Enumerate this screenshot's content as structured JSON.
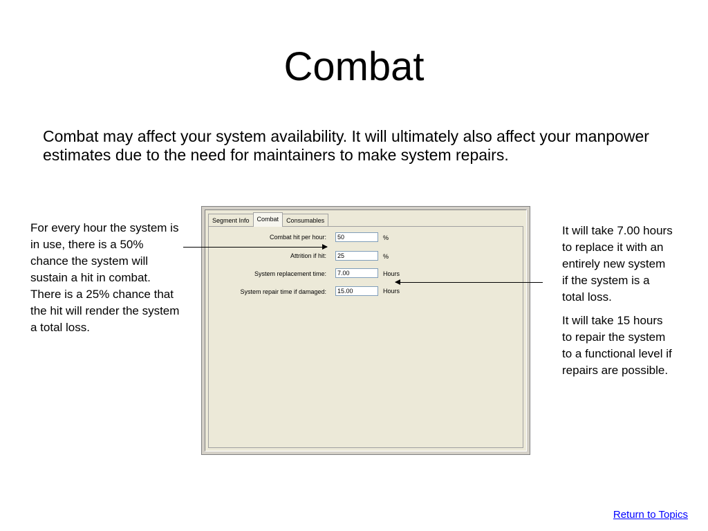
{
  "title": "Combat",
  "intro": "Combat may affect your system availability.  It will ultimately also affect your manpower estimates due to the need for maintainers to make system repairs.",
  "left_note": "For every hour the system is in use, there is a 50% chance the system will sustain a hit in combat.  There is a 25% chance that the hit will render the system a total loss.",
  "right_notes": [
    "It will take 7.00 hours to replace it with an entirely new system if the system is a total loss.",
    "It will take 15 hours to repair the system to a functional level if repairs are possible."
  ],
  "dialog": {
    "tabs": [
      "Segment Info",
      "Combat",
      "Consumables"
    ],
    "active_tab": "Combat",
    "fields": [
      {
        "label": "Combat hit per hour:",
        "value": "50",
        "unit": "%"
      },
      {
        "label": "Attrition if hit:",
        "value": "25",
        "unit": "%"
      },
      {
        "label": "System replacement time:",
        "value": "7.00",
        "unit": "Hours"
      },
      {
        "label": "System repair time if damaged:",
        "value": "15.00",
        "unit": "Hours"
      }
    ]
  },
  "return_link": "Return to Topics"
}
